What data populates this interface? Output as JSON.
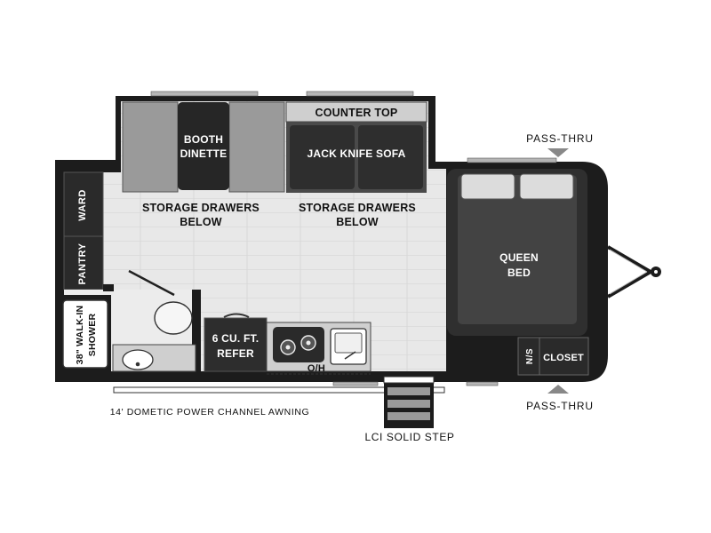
{
  "labels": {
    "booth_dinette_1": "BOOTH",
    "booth_dinette_2": "DINETTE",
    "counter_top": "COUNTER TOP",
    "jack_knife_sofa": "JACK KNIFE SOFA",
    "pass_thru_top": "PASS-THRU",
    "pass_thru_bottom": "PASS-THRU",
    "ward": "WARD",
    "pantry": "PANTRY",
    "storage_left_1": "STORAGE DRAWERS",
    "storage_left_2": "BELOW",
    "storage_right_1": "STORAGE DRAWERS",
    "storage_right_2": "BELOW",
    "queen_bed_1": "QUEEN",
    "queen_bed_2": "BED",
    "shower_1": "38\" WALK-IN",
    "shower_2": "SHOWER",
    "refer_1": "6 CU. FT.",
    "refer_2": "REFER",
    "oh": "O/H",
    "ns": "N/S",
    "closet": "CLOSET",
    "awning": "14' DOMETIC POWER CHANNEL AWNING",
    "step": "LCI SOLID STEP"
  },
  "colors": {
    "wall": "#1c1c1c",
    "floor": "#e6e6e6",
    "cabinet": "#8a8a8a",
    "dark_fixture": "#3a3a3a",
    "light_fixture": "#cfcfcf"
  }
}
